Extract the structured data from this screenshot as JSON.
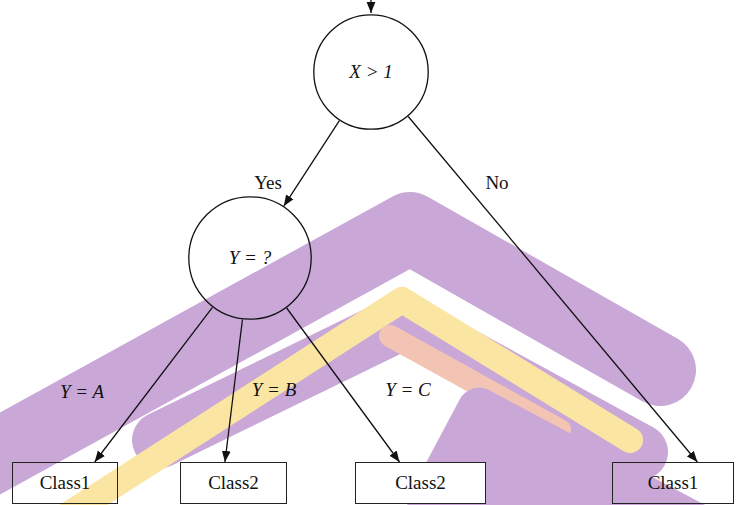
{
  "diagram": {
    "nodes": [
      {
        "text": [
          "X > 1"
        ]
      },
      {
        "text": [
          "Y = ?"
        ]
      },
      {
        "text": [
          "Class1"
        ]
      },
      {
        "text": [
          "Class2"
        ]
      },
      {
        "text": [
          "Class2"
        ]
      },
      {
        "text": [
          "Class1"
        ]
      }
    ],
    "edges": [
      {
        "from": 0,
        "to": 1,
        "label": "Yes",
        "arrow": "to"
      },
      {
        "from": 0,
        "to": 5,
        "label": "No",
        "arrow": "to"
      },
      {
        "from": 1,
        "to": 2,
        "label": "Y = A",
        "arrow": "to"
      },
      {
        "from": 1,
        "to": 3,
        "label": "Y = B",
        "arrow": "to"
      },
      {
        "from": 1,
        "to": 4,
        "label": "Y = C",
        "arrow": "to"
      }
    ]
  }
}
